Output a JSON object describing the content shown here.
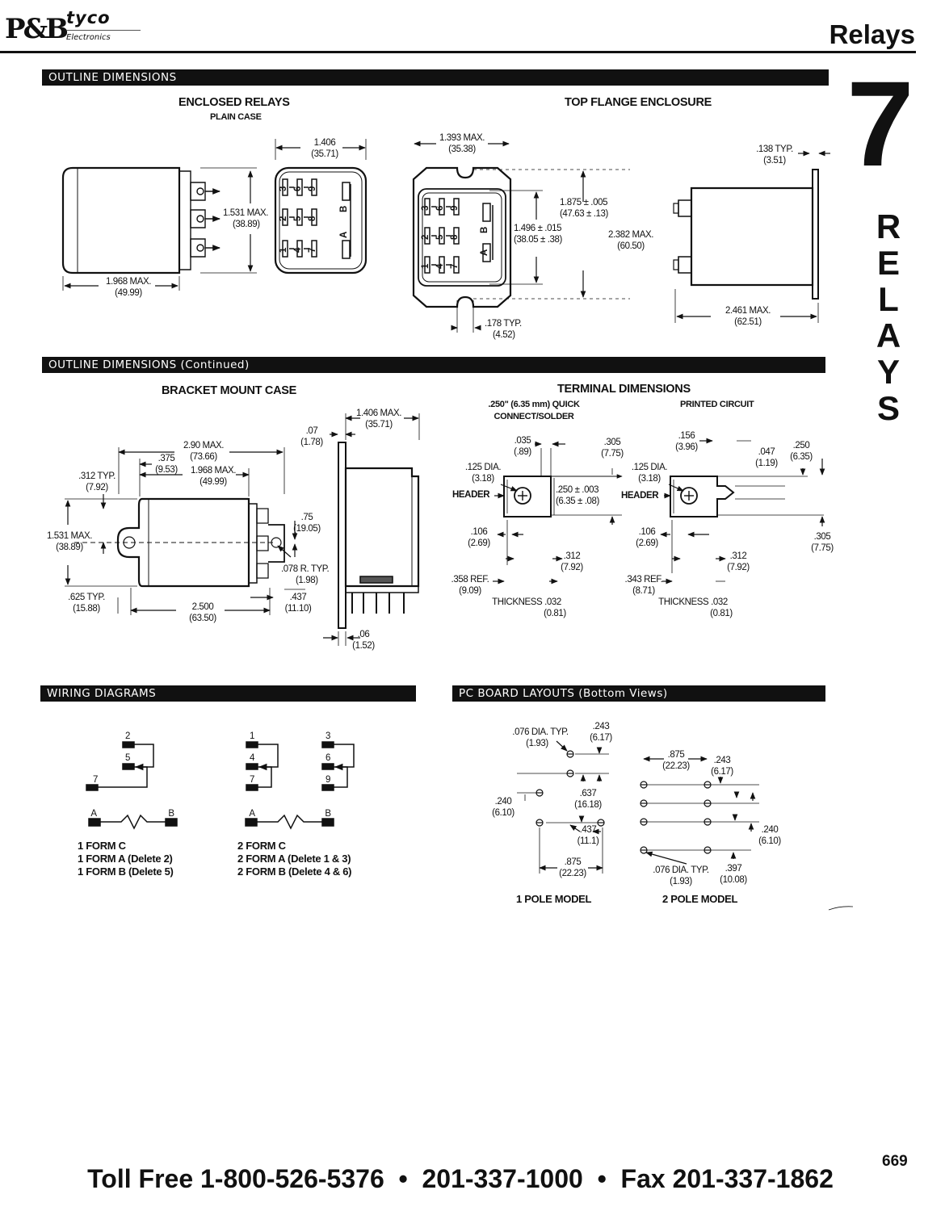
{
  "header": {
    "logo_pb": "P&B",
    "logo_tyco": "tyco",
    "logo_electronics": "Electronics",
    "title": "Relays"
  },
  "side_tab": {
    "number": "7",
    "letters": [
      "R",
      "E",
      "L",
      "A",
      "Y",
      "S"
    ]
  },
  "sections": {
    "outline": "OUTLINE DIMENSIONS",
    "outline_cont": "OUTLINE DIMENSIONS (Continued)",
    "wiring": "WIRING DIAGRAMS",
    "pcb": "PC BOARD LAYOUTS (Bottom Views)"
  },
  "enclosed": {
    "title": "ENCLOSED RELAYS",
    "subtitle": "PLAIN CASE",
    "width": [
      "1.406",
      "(35.71)"
    ],
    "height": [
      "1.531 MAX.",
      "(38.89)"
    ],
    "length": [
      "1.968 MAX.",
      "(49.99)"
    ],
    "terminal_numbers": [
      "3",
      "6",
      "9",
      "2",
      "5",
      "8",
      "1",
      "4",
      "7"
    ],
    "coil_a": "A",
    "coil_b": "B"
  },
  "top_flange": {
    "title": "TOP FLANGE ENCLOSURE",
    "width": [
      "1.393 MAX.",
      "(35.38)"
    ],
    "d1875": [
      "1.875 ± .005",
      "(47.63 ± .13)"
    ],
    "d1496": [
      "1.496 ± .015",
      "(38.05 ± .38)"
    ],
    "d2382": [
      "2.382 MAX.",
      "(60.50)"
    ],
    "slot": [
      ".178 TYP.",
      "(4.52)"
    ],
    "flange": [
      ".138 TYP.",
      "(3.51)"
    ],
    "length": [
      "2.461 MAX.",
      "(62.51)"
    ],
    "terminal_numbers": [
      "3",
      "6",
      "9",
      "2",
      "5",
      "8",
      "1",
      "4",
      "7"
    ],
    "coil_a": "A",
    "coil_b": "B"
  },
  "bracket": {
    "title": "BRACKET MOUNT CASE",
    "d290": [
      "2.90 MAX.",
      "(73.66)"
    ],
    "d375": [
      ".375",
      "(9.53)"
    ],
    "d1968": [
      "1.968 MAX.",
      "(49.99)"
    ],
    "d312": [
      ".312 TYP.",
      "(7.92)"
    ],
    "d1531": [
      "1.531 MAX.",
      "(38.89)"
    ],
    "d625": [
      ".625 TYP.",
      "(15.88)"
    ],
    "d2500": [
      "2.500",
      "(63.50)"
    ],
    "d07": [
      ".07",
      "(1.78)"
    ],
    "d1406": [
      "1.406 MAX.",
      "(35.71)"
    ],
    "d75": [
      ".75",
      "(19.05)"
    ],
    "d078": [
      ".078 R. TYP.",
      "(1.98)"
    ],
    "d437": [
      ".437",
      "(11.10)"
    ],
    "d06": [
      ".06",
      "(1.52)"
    ]
  },
  "terminal": {
    "title": "TERMINAL DIMENSIONS",
    "qc_title": [
      ".250\" (6.35 mm) QUICK",
      "CONNECT/SOLDER"
    ],
    "pc_title": "PRINTED CIRCUIT",
    "qc": {
      "d035": [
        ".035",
        "(.89)"
      ],
      "d305": [
        ".305",
        "(7.75)"
      ],
      "d125": [
        ".125 DIA.",
        "(3.18)"
      ],
      "header": "HEADER",
      "d250": [
        ".250 ± .003",
        "(6.35 ± .08)"
      ],
      "d106": [
        ".106",
        "(2.69)"
      ],
      "d312": [
        ".312",
        "(7.92)"
      ],
      "d358": [
        ".358 REF.",
        "(9.09)"
      ],
      "thick": [
        "THICKNESS .032",
        "(0.81)"
      ]
    },
    "pc": {
      "d156": [
        ".156",
        "(3.96)"
      ],
      "d047": [
        ".047",
        "(1.19)"
      ],
      "d250": [
        ".250",
        "(6.35)"
      ],
      "d125": [
        ".125 DIA.",
        "(3.18)"
      ],
      "header": "HEADER",
      "d106": [
        ".106",
        "(2.69)"
      ],
      "d305": [
        ".305",
        "(7.75)"
      ],
      "d312": [
        ".312",
        "(7.92)"
      ],
      "d343": [
        ".343 REF.",
        "(8.71)"
      ],
      "thick": [
        "THICKNESS .032",
        "(0.81)"
      ]
    }
  },
  "wiring": {
    "one": {
      "pins": [
        "2",
        "5",
        "7"
      ],
      "coil": [
        "A",
        "B"
      ],
      "labels": [
        "1 FORM C",
        "1 FORM A (Delete 2)",
        "1 FORM B (Delete 5)"
      ]
    },
    "two": {
      "pins_left": [
        "1",
        "4",
        "7"
      ],
      "pins_right": [
        "3",
        "6",
        "9"
      ],
      "coil": [
        "A",
        "B"
      ],
      "labels": [
        "2 FORM C",
        "2 FORM A (Delete 1 & 3)",
        "2 FORM B (Delete 4 & 6)"
      ]
    }
  },
  "pcb": {
    "one": {
      "d076": [
        ".076 DIA. TYP.",
        "(1.93)"
      ],
      "d243": [
        ".243",
        "(6.17)"
      ],
      "d637": [
        ".637",
        "(16.18)"
      ],
      "d240": [
        ".240",
        "(6.10)"
      ],
      "d437": [
        ".437",
        "(11.1)"
      ],
      "d875": [
        ".875",
        "(22.23)"
      ],
      "label": "1 POLE MODEL"
    },
    "two": {
      "d875": [
        ".875",
        "(22.23)"
      ],
      "d243": [
        ".243",
        "(6.17)"
      ],
      "d240": [
        ".240",
        "(6.10)"
      ],
      "d076": [
        ".076 DIA. TYP.",
        "(1.93)"
      ],
      "d397": [
        ".397",
        "(10.08)"
      ],
      "label": "2 POLE MODEL"
    }
  },
  "footer": {
    "page_number": "669",
    "contact": "Toll Free 1-800-526-5376  •  201-337-1000  •  Fax 201-337-1862"
  }
}
